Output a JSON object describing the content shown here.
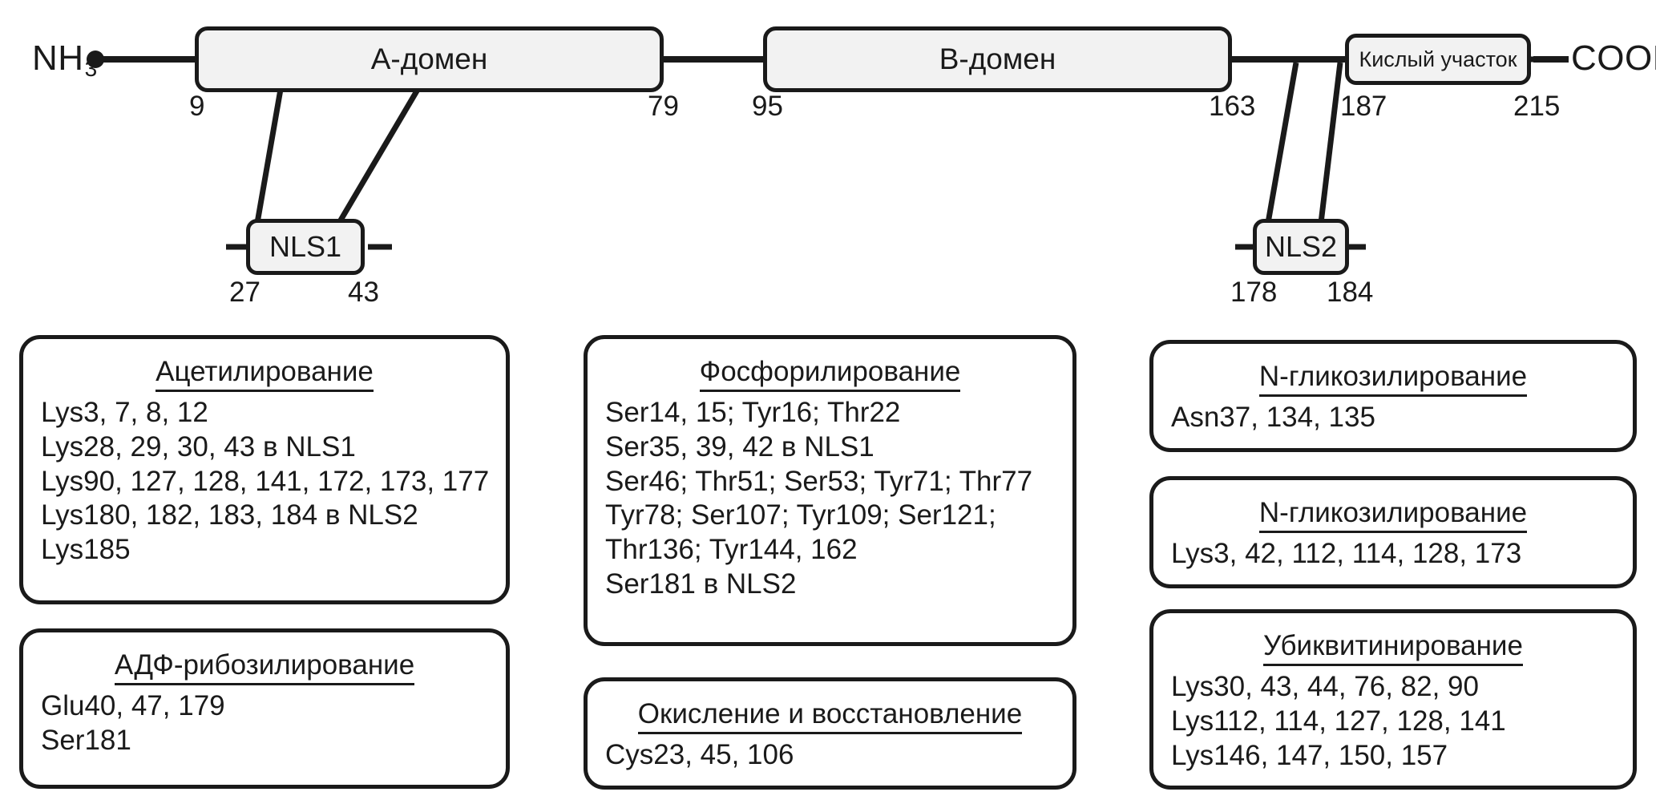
{
  "diagram": {
    "n_terminus": "NH",
    "n_terminus_sub": "3",
    "c_terminus": "COOH",
    "domains": [
      {
        "label": "А-домен",
        "start": "9",
        "end": "79"
      },
      {
        "label": "B-домен",
        "start": "95",
        "end": "163"
      },
      {
        "label": "Кислый участок",
        "start": "187",
        "end": "215"
      }
    ],
    "nls": [
      {
        "label": "NLS1",
        "start": "27",
        "end": "43"
      },
      {
        "label": "NLS2",
        "start": "178",
        "end": "184"
      }
    ]
  },
  "cards": {
    "acetylation": {
      "title": "Ацетилирование",
      "lines": [
        "Lys3, 7, 8, 12",
        "Lys28, 29, 30, 43 в NLS1",
        "Lys90, 127, 128, 141, 172, 173, 177",
        "Lys180, 182, 183, 184 в NLS2",
        "Lys185"
      ]
    },
    "adp_ribosylation": {
      "title": "АДФ-рибозилирование",
      "lines": [
        "Glu40, 47, 179",
        "Ser181"
      ]
    },
    "phosphorylation": {
      "title": "Фосфорилирование",
      "lines": [
        "Ser14, 15; Tyr16; Thr22",
        "Ser35, 39, 42 в NLS1",
        "Ser46; Thr51; Ser53; Tyr71; Thr77",
        "Tyr78; Ser107; Tyr109; Ser121;",
        "Thr136; Tyr144, 162",
        "Ser181 в NLS2"
      ]
    },
    "redox": {
      "title": "Окисление и восстановление",
      "lines": [
        "Cys23, 45, 106"
      ]
    },
    "n_glycosylation_1": {
      "title": "N-гликозилирование",
      "lines": [
        "Asn37, 134, 135"
      ]
    },
    "n_glycosylation_2": {
      "title": "N-гликозилирование",
      "lines": [
        "Lys3, 42, 112, 114, 128, 173"
      ]
    },
    "ubiquitination": {
      "title": "Убиквитинирование",
      "lines": [
        "Lys30, 43, 44, 76, 82, 90",
        "Lys112, 114, 127, 128, 141",
        "Lys146, 147, 150, 157"
      ]
    }
  },
  "colors": {
    "stroke": "#1a1a1a",
    "domain_fill": "#f2f2f2",
    "background": "#ffffff"
  }
}
